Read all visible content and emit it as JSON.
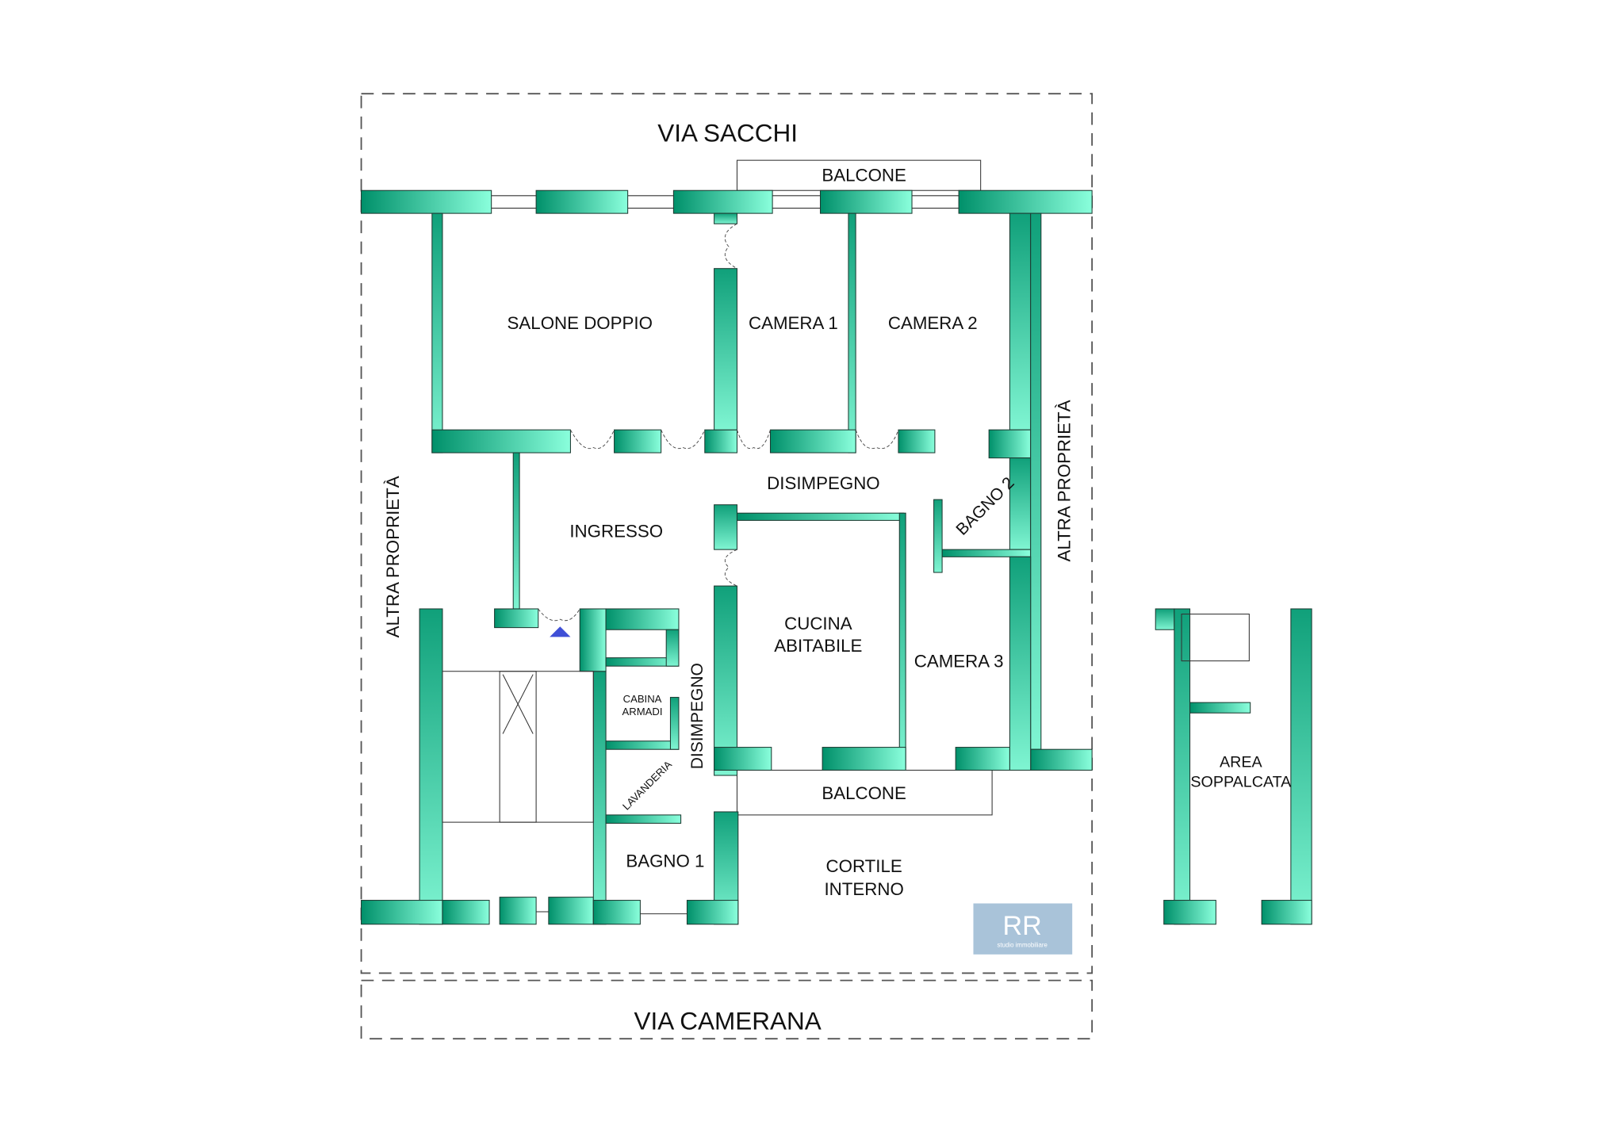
{
  "streets": {
    "top": "VIA SACCHI",
    "bottom": "VIA CAMERANA"
  },
  "neighbors": {
    "left": "ALTRA PROPRIETÀ",
    "right": "ALTRA PROPRIETÀ"
  },
  "rooms": {
    "salone": "SALONE DOPPIO",
    "camera1": "CAMERA 1",
    "camera2": "CAMERA 2",
    "camera3": "CAMERA 3",
    "disimpegno_top": "DISIMPEGNO",
    "disimpegno_side": "DISIMPEGNO",
    "ingresso": "INGRESSO",
    "bagno2": "BAGNO 2",
    "bagno1": "BAGNO 1",
    "cucina_l1": "CUCINA",
    "cucina_l2": "ABITABILE",
    "cabina_l1": "CABINA",
    "cabina_l2": "ARMADI",
    "lavanderia": "LAVANDERIA",
    "balcone_top": "BALCONE",
    "balcone_bottom": "BALCONE",
    "cortile_l1": "CORTILE",
    "cortile_l2": "INTERNO",
    "soppalco_l1": "AREA",
    "soppalco_l2": "SOPPALCATA"
  },
  "logo": {
    "mark": "RR",
    "caption": "studio immobiliare",
    "color": "#a9c3d9"
  },
  "colors": {
    "wall_dark": "#00906a",
    "wall_light": "#8affdc"
  }
}
